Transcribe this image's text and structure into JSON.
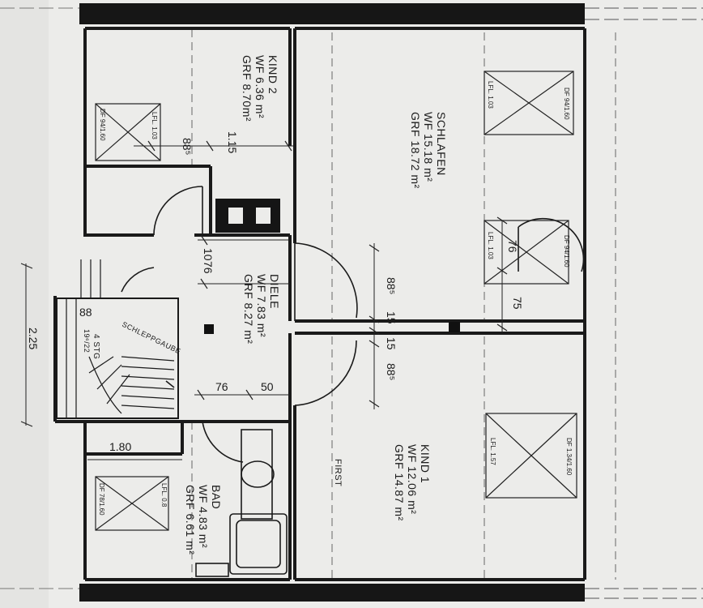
{
  "rooms": {
    "kind2": {
      "name": "KIND 2",
      "wf": "WF 6.36 m²",
      "grf": "GRF 8.70m²"
    },
    "schlafen": {
      "name": "SCHLAFEN",
      "wf": "WF 15.18 m²",
      "grf": "GRF 18.72 m²"
    },
    "diele": {
      "name": "DIELE",
      "wf": "WF 7.83 m²",
      "grf": "GRF 8.27 m²"
    },
    "bad": {
      "name": "BAD",
      "wf": "WF 4.83 m²",
      "grf": "GRF 6.61 m²"
    },
    "kind1": {
      "name": "KIND 1",
      "wf": "WF 12.06 m²",
      "grf": "GRF 14.87 m²"
    }
  },
  "labels": {
    "first": "FIRST",
    "schleppgaube": "SCHLEPPGAUBE",
    "stair": "4 STG",
    "stair_ratio": "19⁶/22"
  },
  "windows": {
    "kind2": {
      "df": "DF 94/1.60",
      "lfl": "LFL. 1.03"
    },
    "schlafen_top": {
      "df": "DF 94/1.60",
      "lfl": "LFL. 1.03"
    },
    "schlafen_mid": {
      "df": "DF 94/1.60",
      "lfl": "LFL. 1.03"
    },
    "kind1": {
      "df": "DF 1.34/1.60",
      "lfl": "LFL. 1.57"
    },
    "bad": {
      "df": "DF 78/1.60",
      "lfl": "LFL. 0.8"
    }
  },
  "dimensions": {
    "d_885_kind2": "88⁵",
    "d_115": "1.15",
    "d_10": "10",
    "d_76_diele": "76",
    "d_88_stair": "88",
    "d_225": "2.25",
    "d_76_low": "76",
    "d_50": "50",
    "d_180": "1.80",
    "d_885_upper": "88⁵",
    "d_15_a": "15",
    "d_15_b": "15",
    "d_885_lower": "88⁵",
    "d_76_door": "76",
    "d_75": "75"
  }
}
